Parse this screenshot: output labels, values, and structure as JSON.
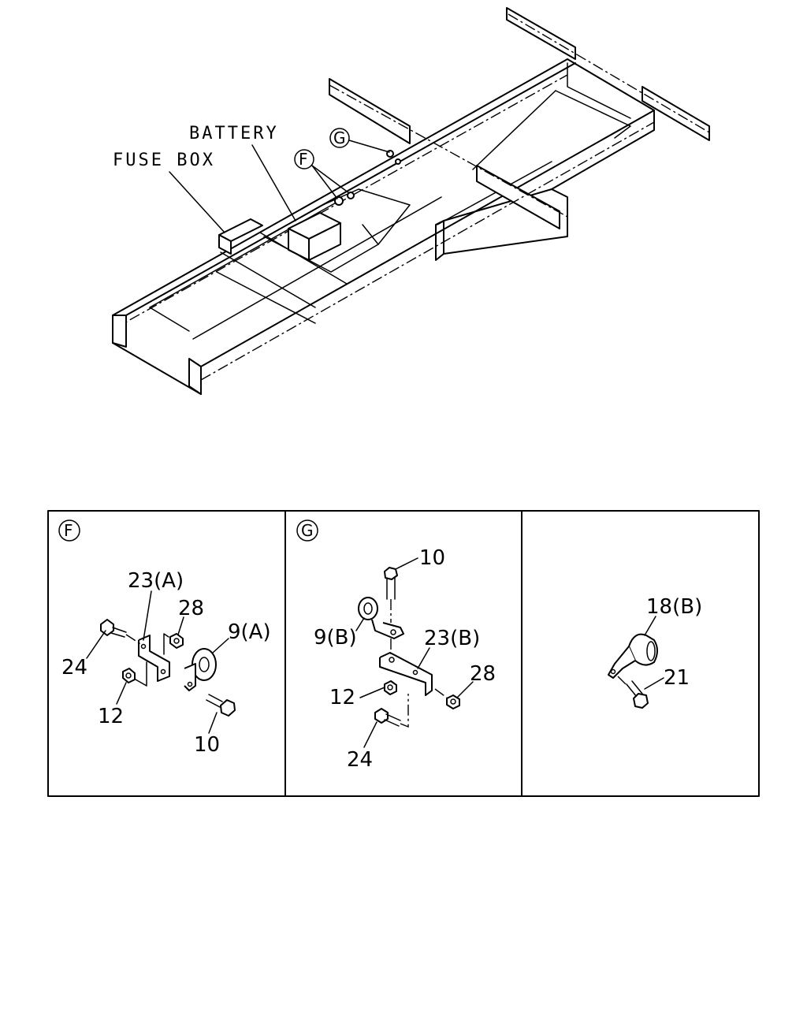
{
  "overview": {
    "labels": {
      "battery": "BATTERY",
      "fuse_box": "FUSE BOX",
      "detail_f": "F",
      "detail_g": "G"
    }
  },
  "panels": [
    {
      "id": "F",
      "callouts": [
        "23(A)",
        "28",
        "9(A)",
        "24",
        "12",
        "10"
      ]
    },
    {
      "id": "G",
      "callouts": [
        "10",
        "9(B)",
        "23(B)",
        "28",
        "12",
        "24"
      ]
    },
    {
      "id": "",
      "callouts": [
        "18(B)",
        "21"
      ]
    }
  ]
}
